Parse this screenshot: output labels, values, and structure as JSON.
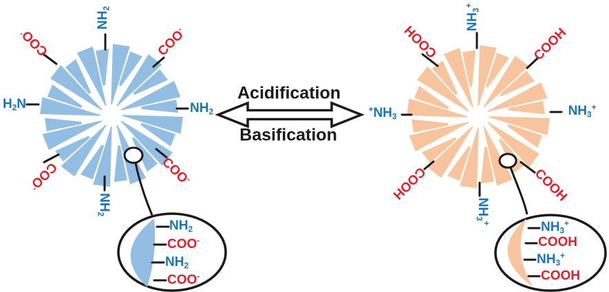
{
  "figure": {
    "acidification_label": "Acidification",
    "basification_label": "Basification"
  },
  "colors": {
    "left_particle": "#92BEE4",
    "right_particle": "#F7C49D",
    "amine_blue": "#1576BE",
    "carboxyl_red": "#EC1C24",
    "line_black": "#1a1a1a"
  },
  "left_particle": {
    "color": "#92BEE4",
    "surface_labels": {
      "top": {
        "main": "NH",
        "sub": "2"
      },
      "upper_left": {
        "main": "COO",
        "sup": "-"
      },
      "upper_right": {
        "main": "COO",
        "sup": "-"
      },
      "left": {
        "main": "H",
        "sub": "2",
        "main2": "N"
      },
      "right": {
        "main": "NH",
        "sub": "2"
      },
      "lower_left": {
        "main": "COO",
        "sup": "-"
      },
      "bottom": {
        "main": "NH",
        "sub": "2"
      },
      "lower_right": {
        "main": "COO",
        "sup": "-"
      }
    },
    "inset_labels": [
      {
        "main": "NH",
        "sub": "2"
      },
      {
        "main": "COO",
        "sup": "-"
      },
      {
        "main": "NH",
        "sub": "2"
      },
      {
        "main": "COO",
        "sup": "-"
      }
    ]
  },
  "right_particle": {
    "color": "#F7C49D",
    "surface_labels": {
      "top": {
        "main": "NH",
        "sub": "3",
        "sup": "+"
      },
      "upper_left": {
        "main": "COOH"
      },
      "upper_right": {
        "main": "COOH"
      },
      "left": {
        "sup_pre": "+",
        "main": "NH",
        "sub": "3"
      },
      "right": {
        "main": "NH",
        "sub": "3",
        "sup": "+"
      },
      "lower_left": {
        "main": "COOH"
      },
      "bottom": {
        "main": "NH",
        "sub": "3",
        "sup": "+"
      },
      "lower_right": {
        "main": "COOH"
      }
    },
    "inset_labels": [
      {
        "main": "NH",
        "sub": "3",
        "sup": "+"
      },
      {
        "main": "COOH"
      },
      {
        "main": "NH",
        "sub": "3",
        "sup": "+"
      },
      {
        "main": "COOH"
      }
    ]
  }
}
